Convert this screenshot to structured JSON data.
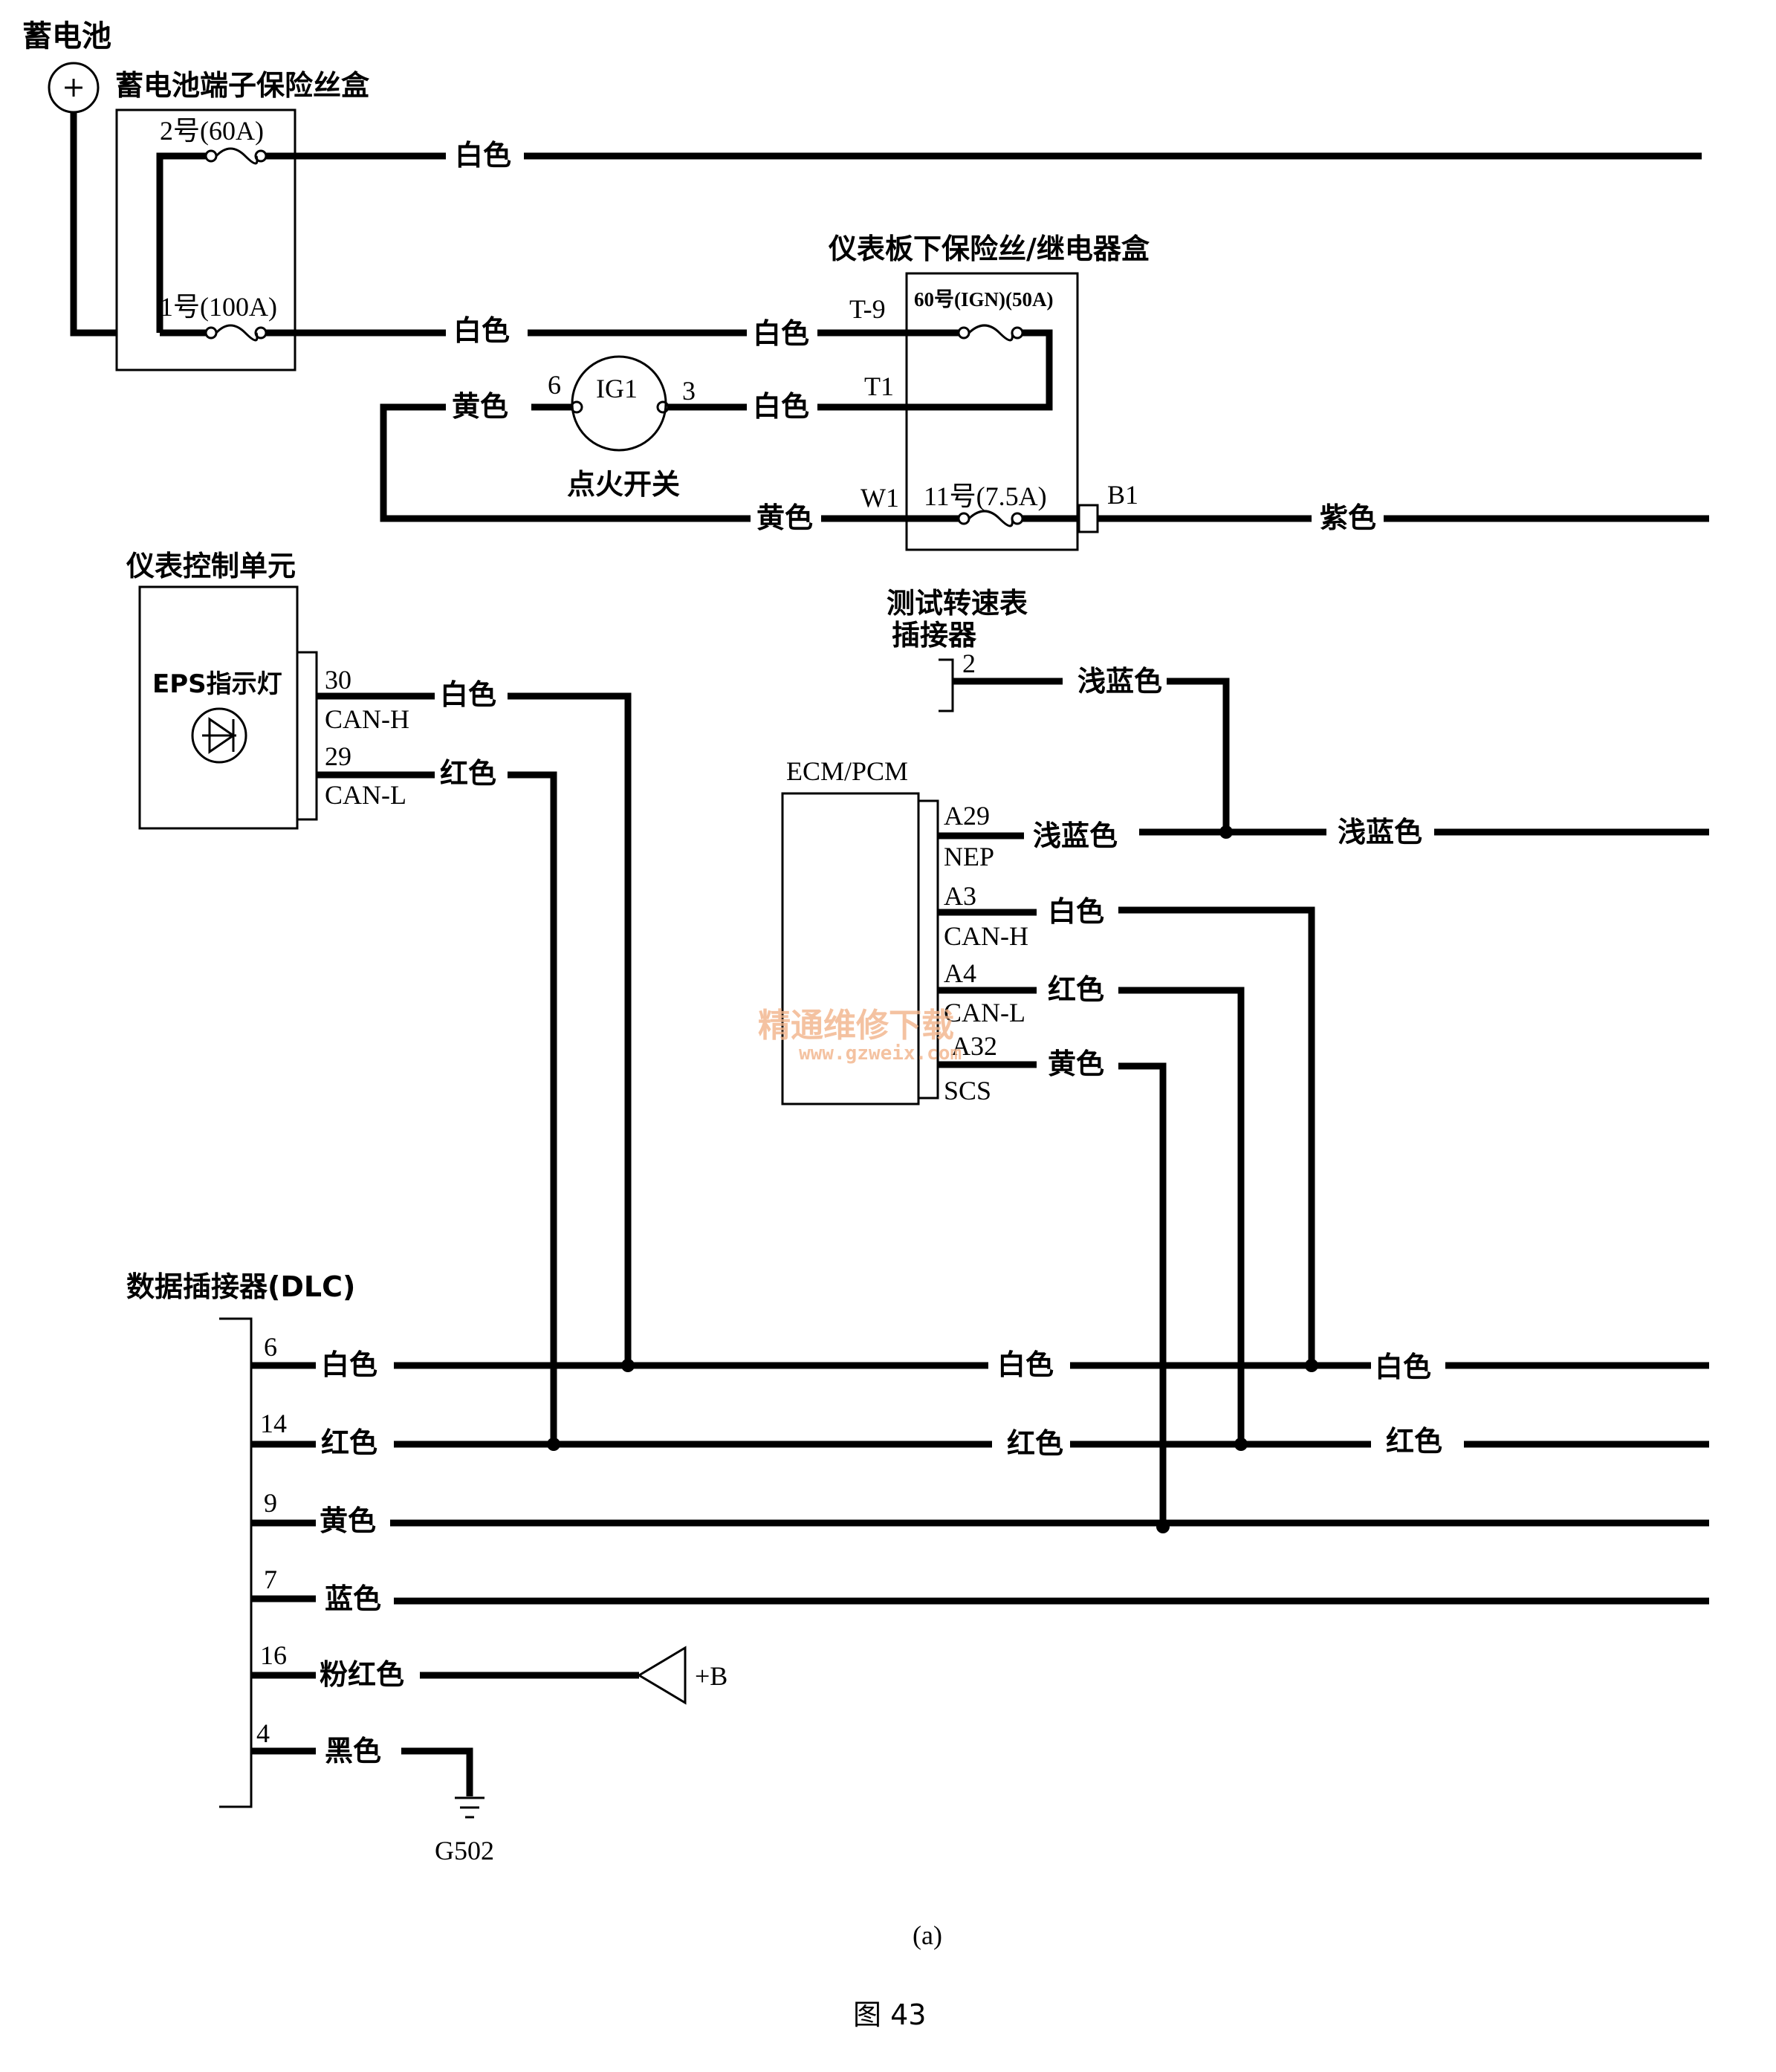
{
  "battery": {
    "title": "蓄电池",
    "plus": "+"
  },
  "battery_fuse_box": {
    "title": "蓄电池端子保险丝盒",
    "fuse2": "2号(60A)",
    "fuse1": "1号(100A)"
  },
  "dash_fuse_box": {
    "title": "仪表板下保险丝/继电器盒",
    "fuse60": "60号(IGN)(50A)",
    "fuse11": "11号(7.5A)",
    "t9": "T-9",
    "t1": "T1",
    "w1": "W1",
    "b1": "B1"
  },
  "ignition_switch": {
    "label": "点火开关",
    "ig1": "IG1",
    "pin6": "6",
    "pin3": "3"
  },
  "gauge_unit": {
    "title": "仪表控制单元",
    "lamp": "EPS指示灯",
    "pin30": "30",
    "canh": "CAN-H",
    "pin29": "29",
    "canl": "CAN-L"
  },
  "tach_connector": {
    "title_line1": "测试转速表",
    "title_line2": "插接器",
    "pin": "2"
  },
  "ecm": {
    "title": "ECM/PCM",
    "a29": "A29",
    "nep": "NEP",
    "a3": "A3",
    "canh": "CAN-H",
    "a4": "A4",
    "canl": "CAN-L",
    "a32": "A32",
    "scs": "SCS"
  },
  "dlc": {
    "title": "数据插接器(DLC)",
    "pins": [
      {
        "pin": "6",
        "color": "白色"
      },
      {
        "pin": "14",
        "color": "红色"
      },
      {
        "pin": "9",
        "color": "黄色"
      },
      {
        "pin": "7",
        "color": "蓝色"
      },
      {
        "pin": "16",
        "color": "粉红色"
      },
      {
        "pin": "4",
        "color": "黑色"
      }
    ],
    "plus_b": "+B",
    "ground": "G502"
  },
  "wire_labels": {
    "white": "白色",
    "yellow": "黄色",
    "purple": "紫色",
    "red": "红色",
    "light_blue": "浅蓝色"
  },
  "watermark": {
    "cn": "精通维修下载",
    "url": "www.gzweix.com"
  },
  "caption": {
    "sub": "(a)",
    "figure": "图 43"
  }
}
